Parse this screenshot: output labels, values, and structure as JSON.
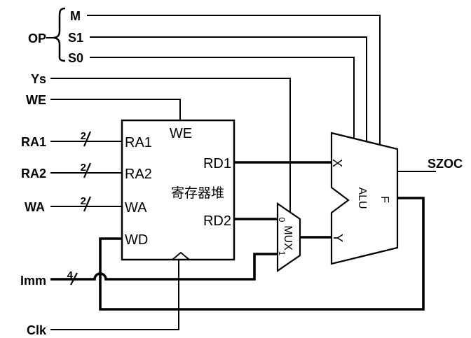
{
  "diagram": {
    "background": "#ffffff",
    "line_color": "#000000",
    "labels": {
      "op": "OP",
      "m": "M",
      "s1": "S1",
      "s0": "S0",
      "ys": "Ys",
      "we": "WE",
      "ra1": "RA1",
      "ra2": "RA2",
      "wa": "WA",
      "imm": "Imm",
      "clk": "Clk",
      "szoc": "SZOC"
    },
    "bus_widths": {
      "ra1": "2",
      "ra2": "2",
      "wa": "2",
      "imm": "4"
    },
    "register_file": {
      "title": "寄存器堆",
      "ports": {
        "we": "WE",
        "ra1": "RA1",
        "ra2": "RA2",
        "wa": "WA",
        "wd": "WD",
        "rd1": "RD1",
        "rd2": "RD2"
      }
    },
    "mux": {
      "label": "MUX",
      "input0": "0",
      "input1": "1"
    },
    "alu": {
      "label": "ALU",
      "input_x": "X",
      "input_y": "Y",
      "output_f": "F"
    }
  }
}
